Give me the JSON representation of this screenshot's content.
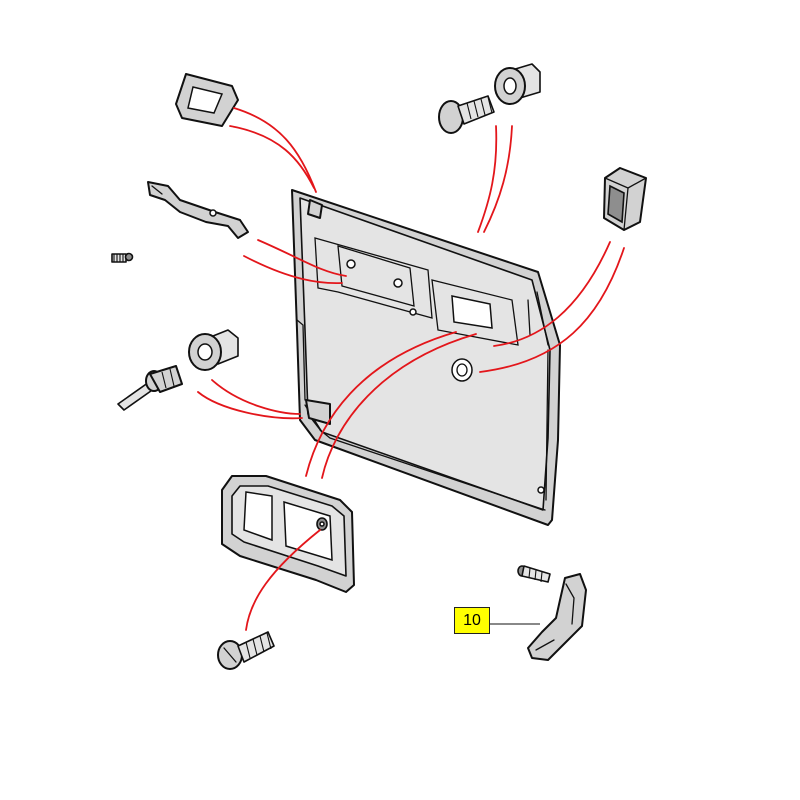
{
  "callout": {
    "label": "10"
  },
  "colors": {
    "leader": "#e3161b",
    "callout_fill": "#ffff00",
    "part_fill": "#d2d2d2"
  },
  "parts": [
    "door-trim-panel",
    "corner-clip",
    "pull-handle",
    "small-screw",
    "trim-rivet-and-grommet",
    "push-fastener-and-grommet",
    "square-clip",
    "handle-bezel",
    "bezel-screw",
    "lock-lever",
    "lever-screw"
  ]
}
